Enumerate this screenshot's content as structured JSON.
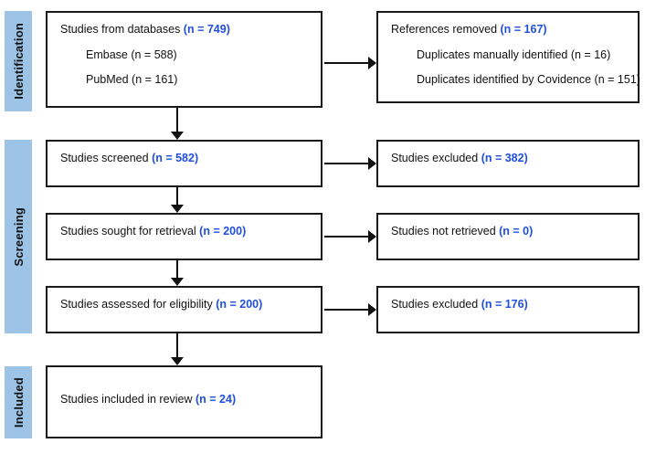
{
  "diagram": {
    "title": "PRISMA flow diagram",
    "accent_color": "#1f4fe0",
    "band_color": "#9dc3e6",
    "border_color": "#1a1a1a"
  },
  "stages": [
    {
      "label": "Identification"
    },
    {
      "label": "Screening"
    },
    {
      "label": "Included"
    }
  ],
  "boxes": {
    "databases": {
      "heading": "Studies from databases ",
      "heading_count": "(n = 749)",
      "sub": [
        "Embase (n = 588)",
        "PubMed (n = 161)"
      ]
    },
    "removed": {
      "heading": "References removed ",
      "heading_count": "(n = 167)",
      "sub": [
        "Duplicates manually identified (n = 16)",
        "Duplicates identified by Covidence (n = 151)"
      ]
    },
    "screened": {
      "heading": "Studies screened ",
      "heading_count": "(n = 582)"
    },
    "excluded_1": {
      "heading": "Studies excluded ",
      "heading_count": "(n = 382)"
    },
    "sought": {
      "heading": "Studies sought for retrieval ",
      "heading_count": "(n = 200)"
    },
    "not_retrieved": {
      "heading": "Studies not retrieved ",
      "heading_count": "(n = 0)"
    },
    "assessed": {
      "heading": "Studies assessed for eligibility ",
      "heading_count": "(n = 200)"
    },
    "excluded_2": {
      "heading": "Studies excluded ",
      "heading_count": "(n = 176)"
    },
    "included": {
      "heading": "Studies included in review ",
      "heading_count": "(n = 24)"
    }
  }
}
